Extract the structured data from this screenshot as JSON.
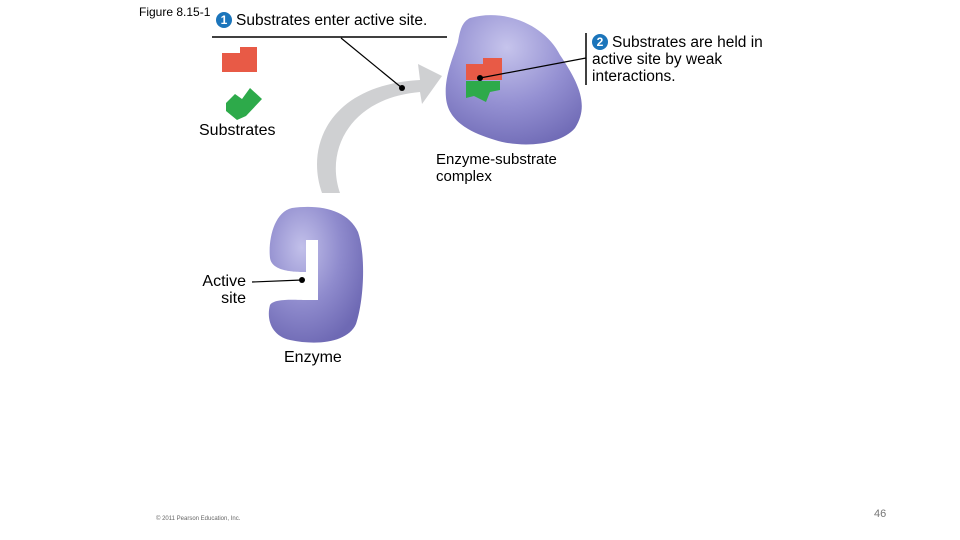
{
  "figure_label": "Figure 8.15-1",
  "step1": {
    "number": "1",
    "text": "Substrates enter active site."
  },
  "step2": {
    "number": "2",
    "text": "Substrates are held in active site by weak interactions."
  },
  "labels": {
    "substrates": "Substrates",
    "complex": "Enzyme-substrate complex",
    "active_site": "Active site",
    "enzyme": "Enzyme"
  },
  "copyright": "© 2011 Pearson Education, Inc.",
  "page_number": "46",
  "colors": {
    "enzyme_fill": "#8884c8",
    "enzyme_highlight": "#b3b1e0",
    "substrate_red": "#e85a46",
    "substrate_green": "#2daa4a",
    "badge": "#1b75bb",
    "arrow": "#cfd0d2"
  }
}
